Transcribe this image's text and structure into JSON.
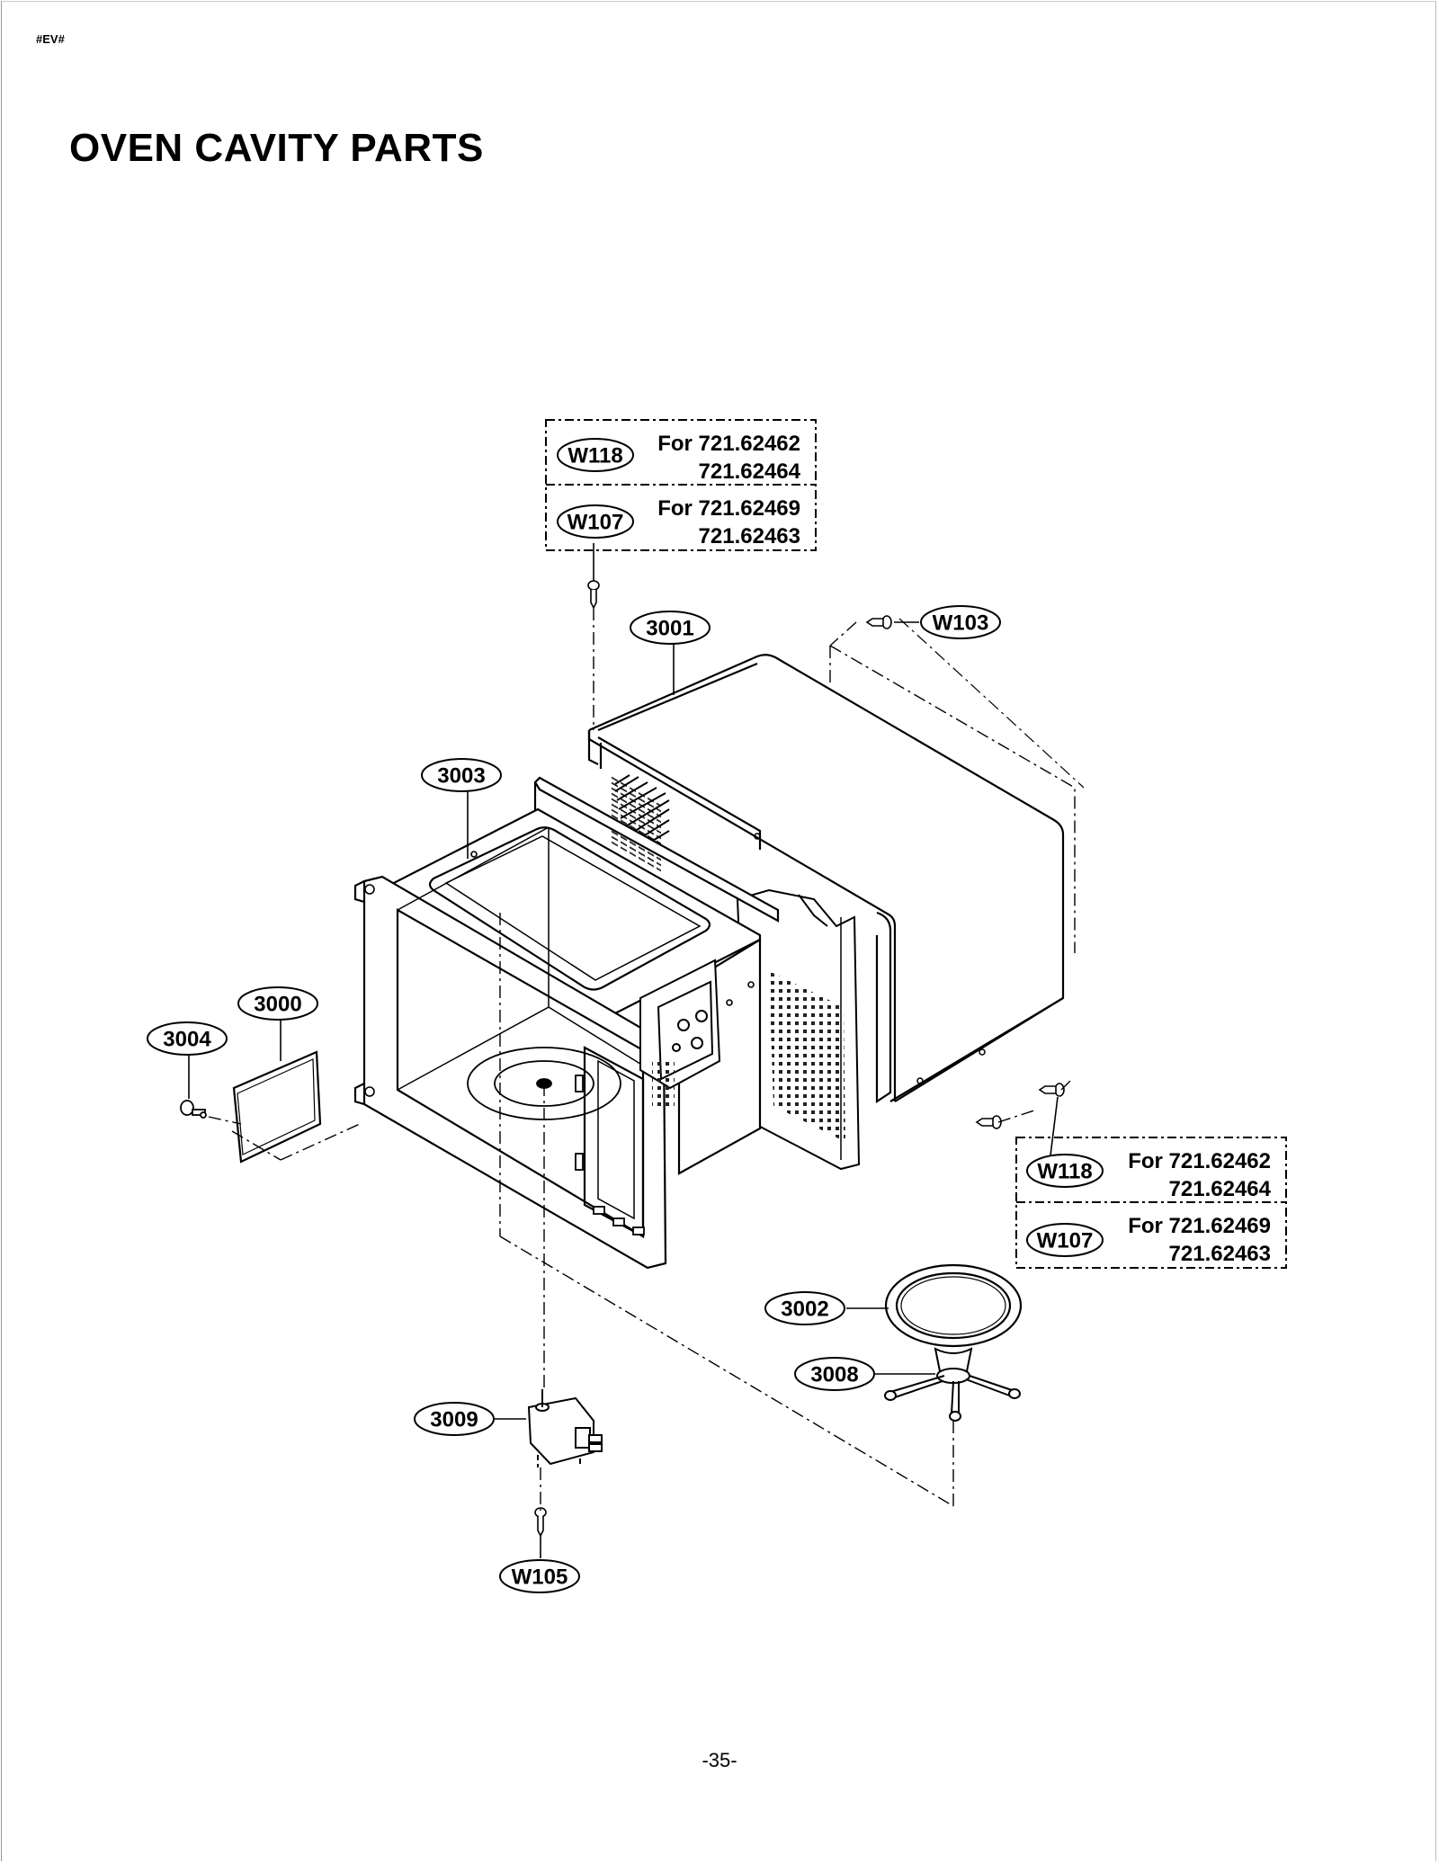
{
  "header": {
    "doc_code": "#EV#",
    "title": "OVEN CAVITY PARTS"
  },
  "footer": {
    "page_number": "-35-"
  },
  "callouts": {
    "p3000": "3000",
    "p3001": "3001",
    "p3002": "3002",
    "p3003": "3003",
    "p3004": "3004",
    "p3008": "3008",
    "p3009": "3009",
    "w103": "W103",
    "w105": "W105",
    "w107_top": "W107",
    "w118_top": "W118",
    "w107_right": "W107",
    "w118_right": "W118"
  },
  "notes": {
    "top_w118": {
      "line1": "For 721.62462",
      "line2": "721.62464"
    },
    "top_w107": {
      "line1": "For 721.62469",
      "line2": "721.62463"
    },
    "right_w118": {
      "line1": "For 721.62462",
      "line2": "721.62464"
    },
    "right_w107": {
      "line1": "For 721.62469",
      "line2": "721.62463"
    }
  }
}
